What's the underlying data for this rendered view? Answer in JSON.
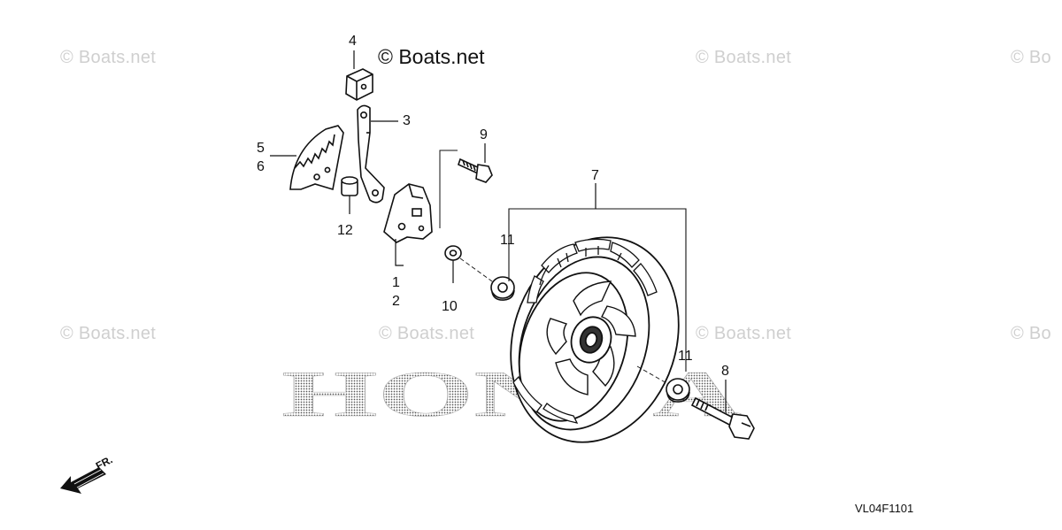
{
  "watermarks": {
    "main": "© Boats.net",
    "repeat": "© Boats.net",
    "partial": "© Bo"
  },
  "brand_word": "HONDA",
  "diagram_code": "VL04F1101",
  "front_marker": "FR.",
  "callouts": {
    "c1": "1",
    "c2": "2",
    "c3": "3",
    "c4": "4",
    "c5": "5",
    "c6": "6",
    "c7": "7",
    "c8": "8",
    "c9": "9",
    "c10": "10",
    "c11a": "11",
    "c11b": "11",
    "c12": "12"
  },
  "icons": {
    "front-arrow": "arrow-down-left",
    "brand-logo": "honda-halftone-wordmark"
  }
}
